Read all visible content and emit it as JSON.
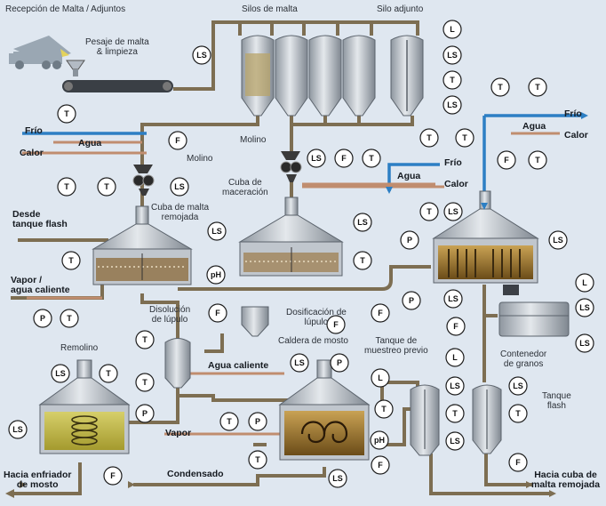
{
  "labels": {
    "recepcion": "Recepción de  Malta / Adjuntos",
    "pesaje": "Pesaje de malta\n& limpieza",
    "silos_malta": "Silos de malta",
    "silo_adjunto": "Silo adjunto",
    "frio_1": "Frío",
    "agua_1": "Agua",
    "calor_1": "Calor",
    "molino_1": "Molino",
    "molino_2": "Molino",
    "cuba_maceracion": "Cuba de\nmaceración",
    "cuba_malta_remojada": "Cuba de malta\nremojada",
    "frio_2": "Frío",
    "agua_2": "Agua",
    "calor_2": "Calor",
    "frio_3": "Frío",
    "agua_3": "Agua",
    "calor_3": "Calor",
    "desde_tanque_flash": "Desde\ntanque flash",
    "vapor_agua_caliente": "Vapor /\nagua caliente",
    "disolucion_lupulo": "Disolución\nde lúpulo",
    "dosificacion_lupulo": "Dosificación de\nlúpulo",
    "caldera_mosto": "Caldera de mosto",
    "tanque_muestreo": "Tanque de\nmuestreo previo",
    "contenedor_granos": "Contenedor\nde granos",
    "remolino": "Remolino",
    "agua_caliente": "Agua caliente",
    "vapor": "Vapor",
    "condensado": "Condensado",
    "tanque_flash": "Tanque\nflash",
    "hacia_enfriador": "Hacia enfriador\nde mosto",
    "hacia_cuba": "Hacia cuba de\nmalta remojada"
  },
  "instruments": {
    "ls": "LS",
    "t": "T",
    "f": "F",
    "p": "P",
    "l": "L",
    "ph": "pH"
  },
  "colors": {
    "background": "#dfe7f0",
    "vessel": "#b9c0c8",
    "pipe_process": "#8a7a5c",
    "pipe_water": "#3a86c8",
    "pipe_hot": "#c98a66",
    "mash": "#8d6a2a",
    "truck": "#9aa7b3"
  }
}
